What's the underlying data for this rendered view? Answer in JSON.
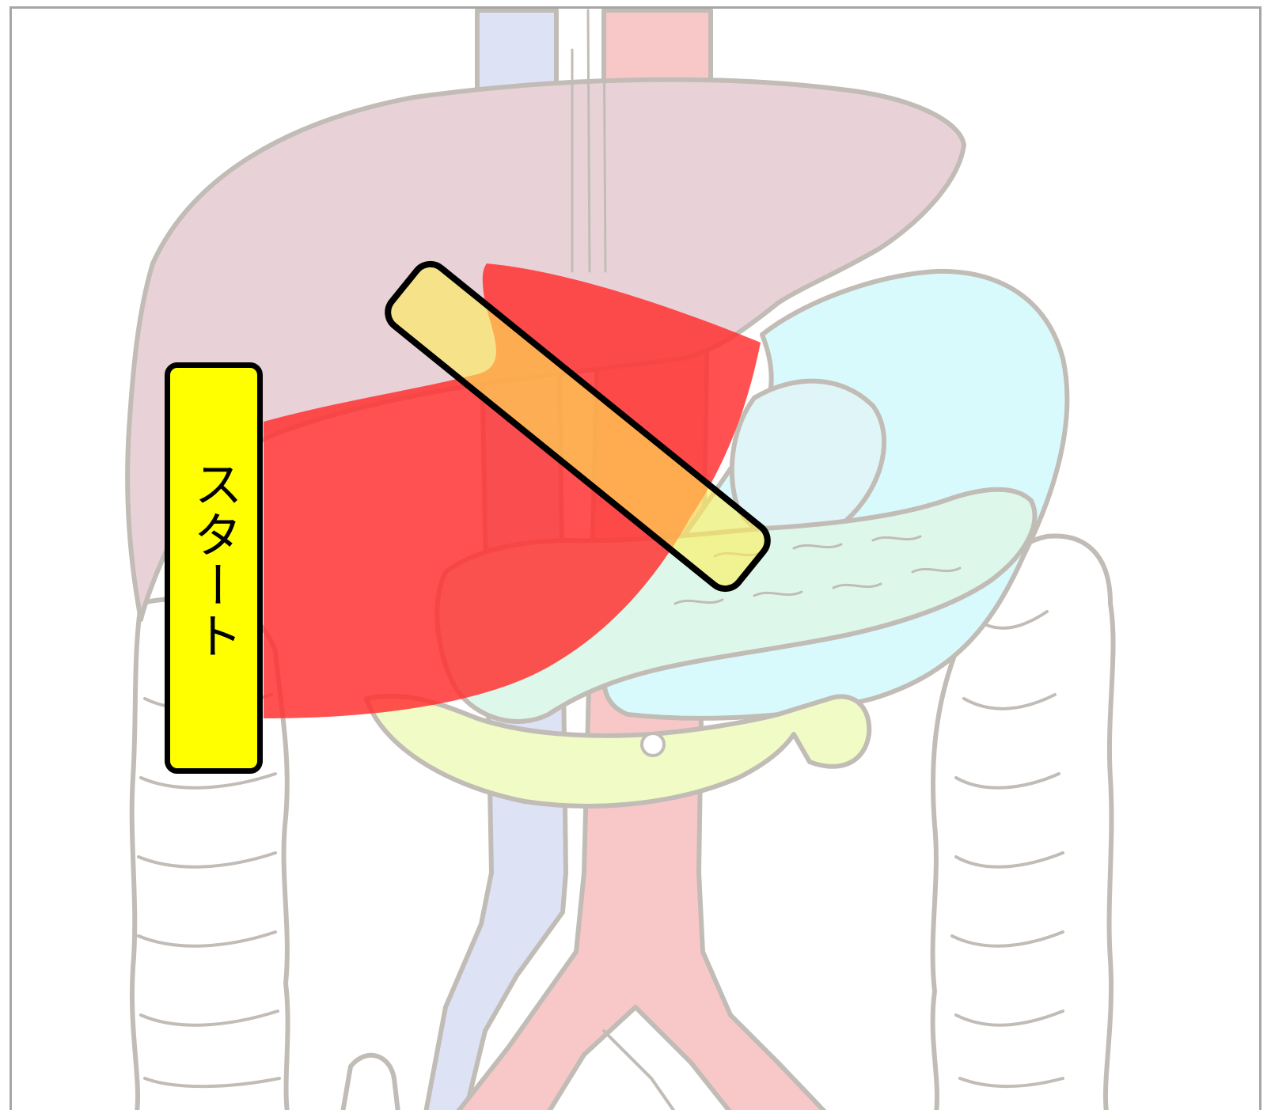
{
  "start_button": {
    "label": "スタート"
  },
  "colors": {
    "highlight_region": "#ff3333",
    "marker_fill": "#ffee55",
    "start_fill": "#ffff00",
    "outline": "#000000",
    "liver": "#e8d2d8",
    "stomach": "#d9fafc",
    "pancreas": "#ddf8ea",
    "duodenum": "#f0fbc6",
    "aorta": "#f8c8c8",
    "vena_cava": "#dde2f5",
    "organ_line": "#c2bcb6",
    "frame_border": "#a6a6a6"
  },
  "icons": {
    "start_button": "start-button",
    "marker": "probe-marker",
    "highlight": "highlight-region"
  }
}
